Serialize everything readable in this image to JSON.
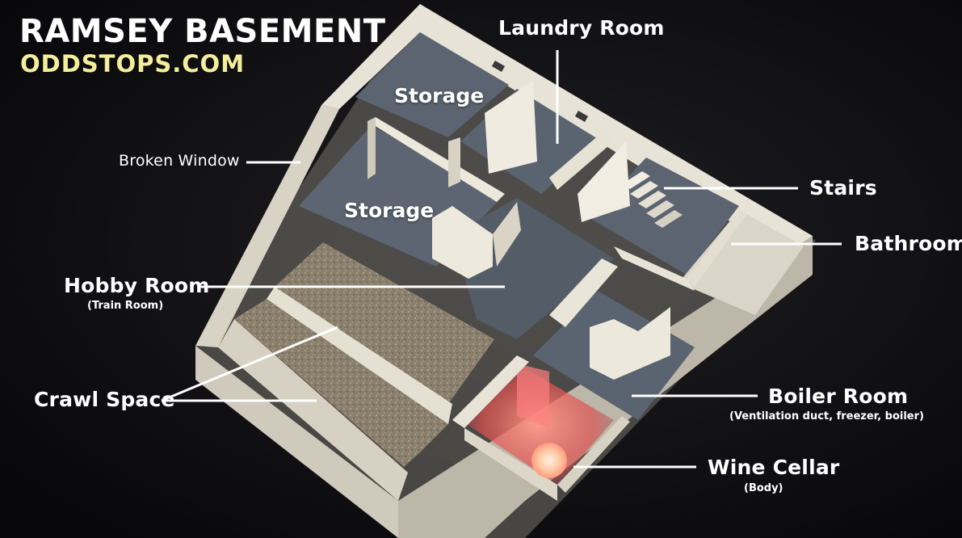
{
  "title": "RAMSEY BASEMENT",
  "site": "ODDSTOPS.COM",
  "labels": {
    "laundry_room": "Laundry Room",
    "broken_window": "Broken Window",
    "stairs": "Stairs",
    "bathroom": "Bathroom",
    "hobby_room": "Hobby Room",
    "hobby_room_note": "(Train Room)",
    "crawl_space": "Crawl Space",
    "boiler_room": "Boiler Room",
    "boiler_room_note": "(Ventilation duct, freezer, boiler)",
    "wine_cellar": "Wine Cellar",
    "wine_cellar_note": "(Body)",
    "storage_top": "Storage",
    "storage_mid": "Storage"
  },
  "colors": {
    "background": "#0c0c0e",
    "wall": "#e7e3d6",
    "floor": "#59616b",
    "dirt": "#8a7f6c",
    "wine_glow": "#ff4a4a",
    "subtitle": "#f4ee9c"
  }
}
